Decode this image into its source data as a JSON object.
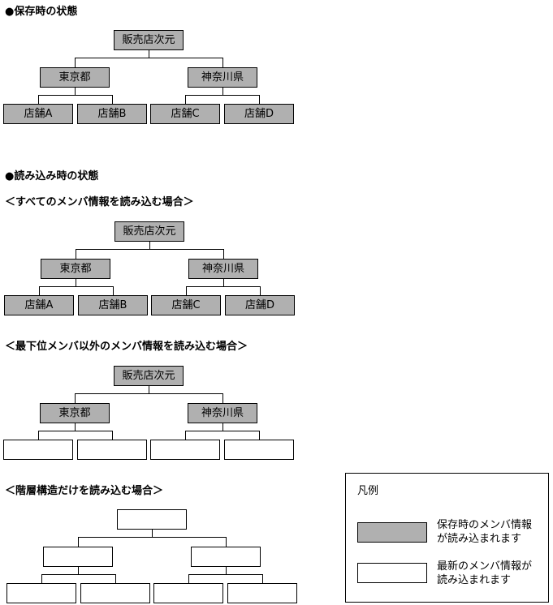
{
  "colors": {
    "filled_node": "#b0b0b0",
    "empty_node": "#ffffff"
  },
  "sections": {
    "saved": {
      "heading": "●保存時の状態"
    },
    "load_heading": "●読み込み時の状態",
    "all": {
      "heading": "＜すべてのメンバ情報を読み込む場合＞"
    },
    "non_leaf": {
      "heading": "＜最下位メンバ以外のメンバ情報を読み込む場合＞"
    },
    "structure": {
      "heading": "＜階層構造だけを読み込む場合＞"
    }
  },
  "tree": {
    "root": "販売店次元",
    "regions": [
      {
        "label": "東京都",
        "stores": [
          "店舗A",
          "店舗B"
        ]
      },
      {
        "label": "神奈川県",
        "stores": [
          "店舗C",
          "店舗D"
        ]
      }
    ]
  },
  "legend": {
    "title": "凡例",
    "items": [
      {
        "style": "filled",
        "text_lines": [
          "保存時のメンバ情報",
          "が読み込まれます"
        ]
      },
      {
        "style": "empty",
        "text_lines": [
          "最新のメンバ情報が",
          "読み込まれます"
        ]
      }
    ]
  }
}
